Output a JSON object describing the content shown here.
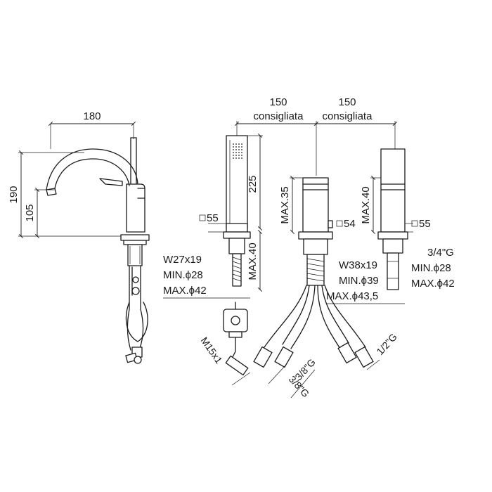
{
  "diagram": {
    "spout_view": {
      "width_label": "180",
      "height_label": "190",
      "spout_height_label": "105"
    },
    "hand_shower": {
      "height_label": "225",
      "base_label": "55",
      "thread_label": "W27x19",
      "min_label": "MIN.ϕ28",
      "max_label": "MAX.ϕ42",
      "deck_label": "MAX.40",
      "hose_label": "M15x1"
    },
    "diverter": {
      "spacing_left_value": "150",
      "spacing_left_text": "consigliata",
      "spacing_right_value": "150",
      "spacing_right_text": "consigliata",
      "height_label": "MAX.35",
      "base_label": "54",
      "thread_label": "W38x19",
      "min_label": "MIN.ϕ39",
      "max_label": "MAX.ϕ43,5",
      "outlet_left": "3/8\"G",
      "outlet_mid": "3/8\"G",
      "outlet_right": "1/2\"G"
    },
    "spout_unit": {
      "height_label": "MAX.40",
      "base_label": "55",
      "thread_label": "3/4\"G",
      "min_label": "MIN.ϕ28",
      "max_label": "MAX.ϕ42"
    }
  }
}
